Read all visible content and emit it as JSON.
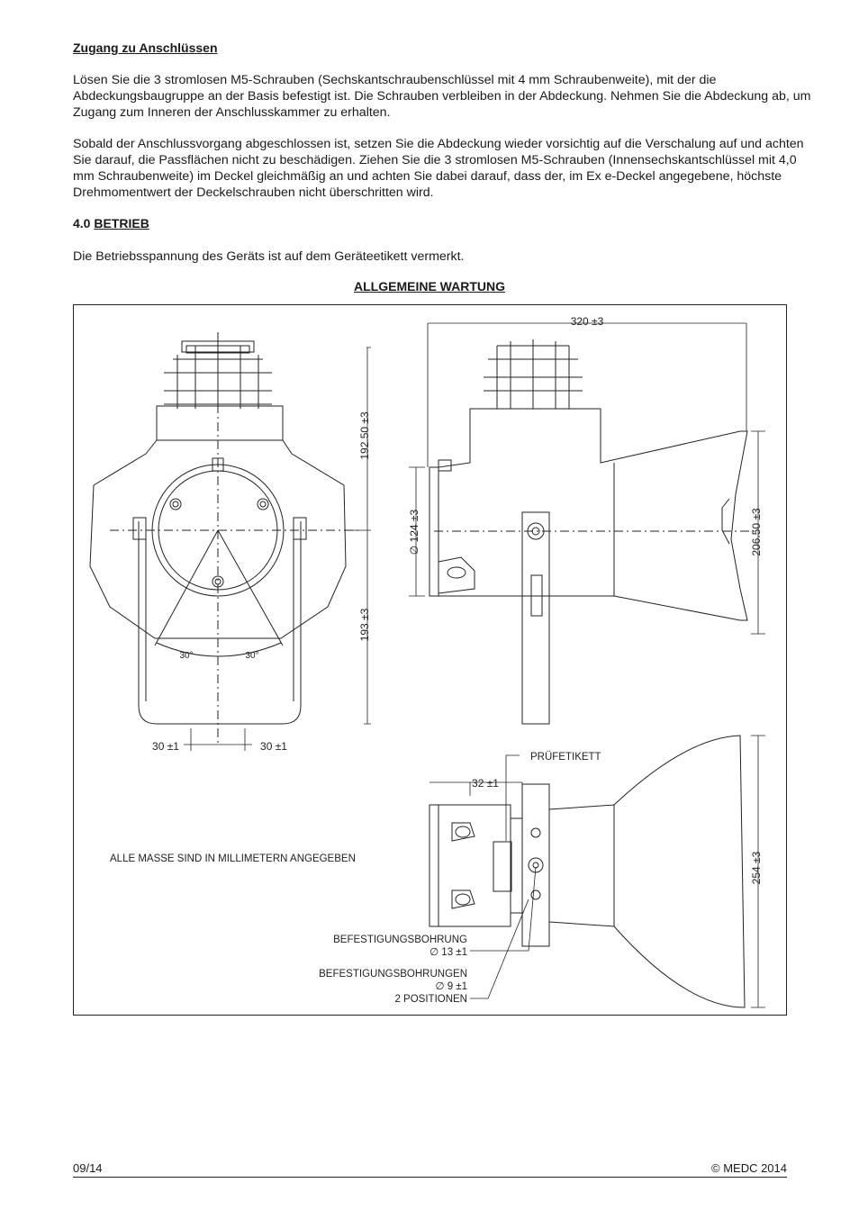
{
  "section_access": {
    "heading": "Zugang zu Anschlüssen",
    "para1": "Lösen Sie die 3 stromlosen M5-Schrauben (Sechskantschraubenschlüssel mit 4 mm Schraubenweite), mit der die Abdeckungsbaugruppe an der Basis befestigt ist. Die Schrauben verbleiben in der Abdeckung. Nehmen Sie die Abdeckung ab, um Zugang zum Inneren der Anschlusskammer zu erhalten.",
    "para2": "Sobald der Anschlussvorgang abgeschlossen ist, setzen Sie die Abdeckung wieder vorsichtig auf die Verschalung auf und achten Sie darauf, die Passflächen nicht zu beschädigen. Ziehen Sie die 3 stromlosen M5-Schrauben (Innensechskantschlüssel mit 4,0 mm Schraubenweite) im Deckel gleichmäßig an und achten Sie dabei darauf, dass der, im Ex e-Deckel angegebene, höchste Drehmomentwert der Deckelschrauben nicht überschritten wird."
  },
  "section_operation": {
    "number": "4.0",
    "title": "BETRIEB",
    "para": "Die Betriebsspannung des Geräts ist auf dem Geräteetikett vermerkt."
  },
  "drawing": {
    "title": "ALLGEMEINE WARTUNG",
    "dims": {
      "width_total": "320 ±3",
      "height_upper": "192.50 ±3",
      "height_lower": "193 ±3",
      "diameter": "124 ±3",
      "horn_height": "206.50 ±3",
      "angle_left": "30°",
      "angle_right": "30°",
      "offset_left": "30 ±1",
      "offset_right": "30 ±1",
      "bracket_offset": "32 ±1",
      "horn_width": "254 ±3",
      "hole_dia": "13 ±1",
      "holes_dia": "9 ±1"
    },
    "labels": {
      "test_label": "PRÜFETIKETT",
      "units_note": "ALLE MASSE SIND IN MILLIMETERN ANGEGEBEN",
      "mounting_hole": "BEFESTIGUNGSBOHRUNG",
      "mounting_holes": "BEFESTIGUNGSBOHRUNGEN",
      "positions": "2 POSITIONEN",
      "diameter_symbol": "∅"
    }
  },
  "footer": {
    "date": "09/14",
    "copyright": "© MEDC 2014"
  }
}
